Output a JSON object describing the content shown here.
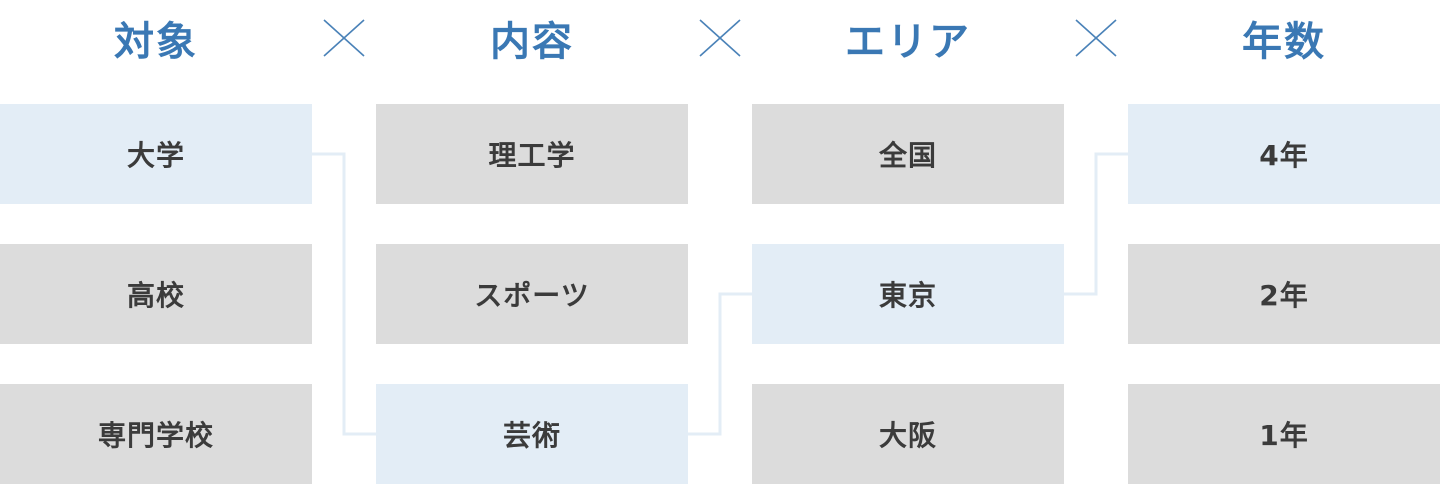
{
  "headings": [
    "対象",
    "内容",
    "エリア",
    "年数"
  ],
  "columns": [
    {
      "name": "対象",
      "items": [
        "大学",
        "高校",
        "専門学校"
      ],
      "selected": 0
    },
    {
      "name": "内容",
      "items": [
        "理工学",
        "スポーツ",
        "芸術"
      ],
      "selected": 2
    },
    {
      "name": "エリア",
      "items": [
        "全国",
        "東京",
        "大阪"
      ],
      "selected": 1
    },
    {
      "name": "年数",
      "items": [
        "4年",
        "2年",
        "1年"
      ],
      "selected": 0
    }
  ],
  "colors": {
    "heading": "#3a78b4",
    "box_default": "#dcdcdc",
    "box_selected": "#e3edf6",
    "connector": "#e3edf6",
    "times_mark": "#4a82b8"
  },
  "separator_icon": "times-icon"
}
